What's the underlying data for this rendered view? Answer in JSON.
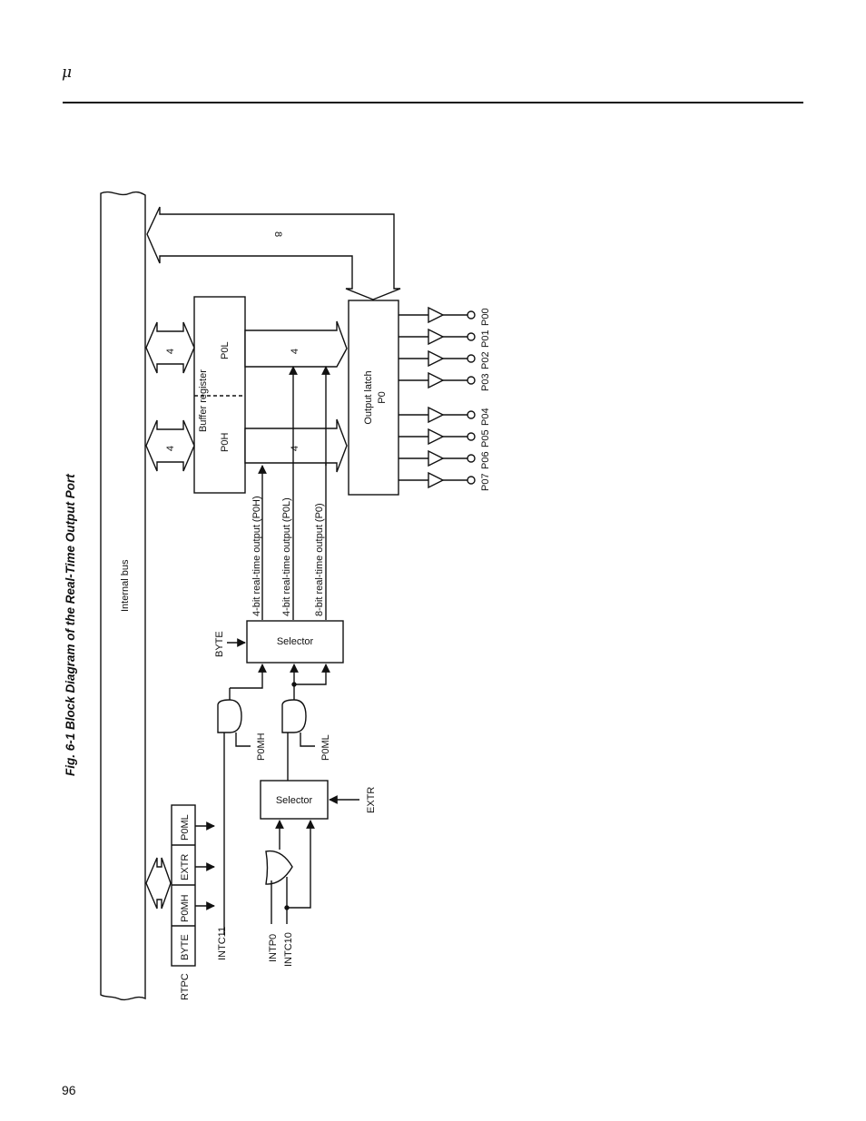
{
  "header": {
    "mark": "μ"
  },
  "page_number": "96",
  "figure": {
    "caption": "Fig. 6-1  Block Diagram of the Real-Time Output Port",
    "internal_bus": "Internal bus",
    "bus_width_8": "8",
    "width_4": "4",
    "buffer_register": {
      "title": "Buffer register",
      "p0l": "P0L",
      "p0h": "P0H"
    },
    "output_latch": {
      "title": "Output latch",
      "name": "P0"
    },
    "pins": [
      "P00",
      "P01",
      "P02",
      "P03",
      "P04",
      "P05",
      "P06",
      "P07"
    ],
    "rt_outputs": [
      "4-bit real-time output (P0H)",
      "4-bit real-time output (P0L)",
      "8-bit real-time output (P0)"
    ],
    "selector_main": "Selector",
    "selector_trigger": "Selector",
    "byte_label": "BYTE",
    "p0mh_label": "P0MH",
    "p0ml_label": "P0ML",
    "extr_label": "EXTR",
    "rtpc": {
      "name": "RTPC",
      "bits": [
        "BYTE",
        "P0MH",
        "EXTR",
        "P0ML"
      ]
    },
    "intc11": "INTC11",
    "intp0": "INTP0",
    "intc10": "INTC10"
  }
}
